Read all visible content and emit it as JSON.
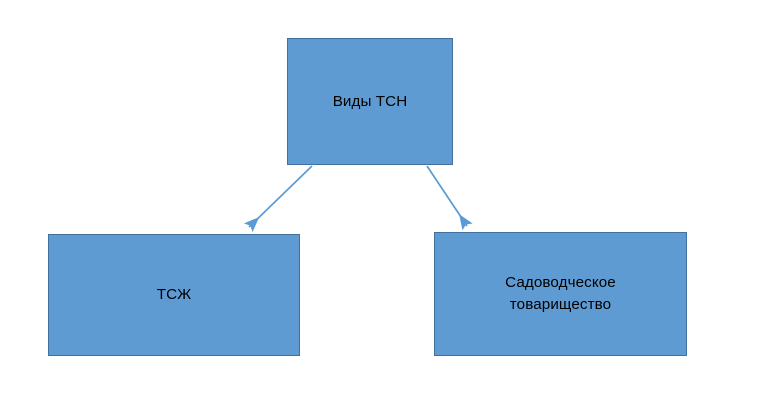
{
  "diagram": {
    "type": "hierarchy-flowchart",
    "background_color": "#FFFFFF",
    "node_fill_color": "#5E9BD3",
    "node_border_color": "#41719C",
    "node_text_color": "#000000",
    "connector_color": "#5B9BD5",
    "nodes": [
      {
        "id": "root",
        "label": "Виды ТСН",
        "role": "root"
      },
      {
        "id": "tszh",
        "label": "ТСЖ",
        "role": "child"
      },
      {
        "id": "garden",
        "label": "Садоводческое\nтоварищество",
        "role": "child"
      }
    ],
    "connectors": [
      {
        "id": "root-to-tszh",
        "from": "root",
        "to": "tszh",
        "style": "solid",
        "arrowhead": "filled-triangle"
      },
      {
        "id": "root-to-garden",
        "from": "root",
        "to": "garden",
        "style": "solid",
        "arrowhead": "filled-triangle"
      }
    ]
  }
}
